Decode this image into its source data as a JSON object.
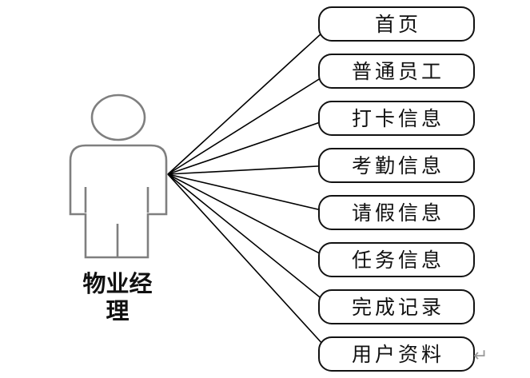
{
  "diagram": {
    "title": "property-manager-usecase-diagram",
    "actor": {
      "full_name": "物业经理",
      "name_line1": "物业经",
      "name_line2": "理"
    },
    "usecases": [
      {
        "label": "首页"
      },
      {
        "label": "普通员工"
      },
      {
        "label": "打卡信息"
      },
      {
        "label": "考勤信息"
      },
      {
        "label": "请假信息"
      },
      {
        "label": "任务信息"
      },
      {
        "label": "完成记录"
      },
      {
        "label": "用户资料"
      }
    ],
    "paragraph_mark": "↵",
    "colors": {
      "node_border": "#121212",
      "connector_line": "#000000",
      "actor_stroke": "#7f7f7f",
      "text": "#111111",
      "background": "#ffffff",
      "paragraph_mark_color": "#9a9a9a"
    }
  }
}
